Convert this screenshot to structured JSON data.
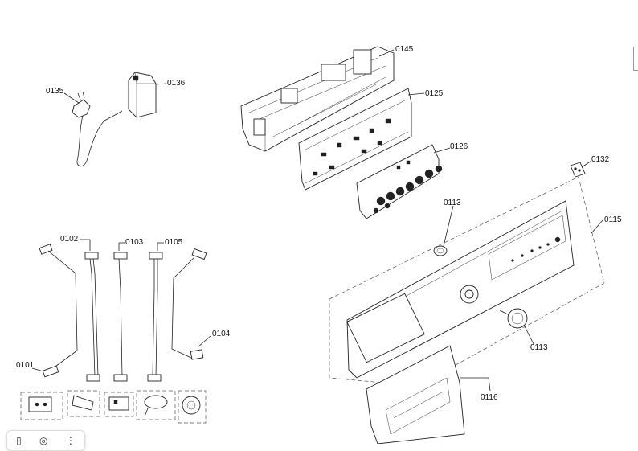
{
  "labels": {
    "p0101": "0101",
    "p0102": "0102",
    "p0103": "0103",
    "p0104": "0104",
    "p0105": "0105",
    "p0113a": "0113",
    "p0113b": "0113",
    "p0115": "0115",
    "p0116": "0116",
    "p0125": "0125",
    "p0126": "0126",
    "p0132": "0132",
    "p0135": "0135",
    "p0136": "0136",
    "p0145": "0145"
  },
  "toolbar": {
    "icons": [
      "select-icon",
      "share-icon",
      "more-icon"
    ],
    "glyphs": [
      "▯",
      "◎",
      "⋮"
    ]
  }
}
